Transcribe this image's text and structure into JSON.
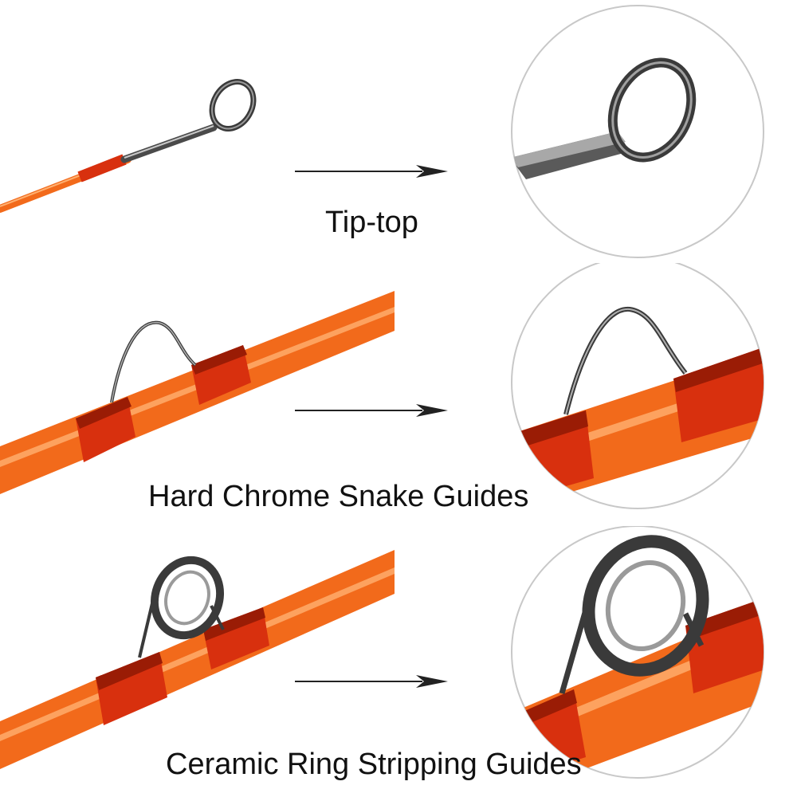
{
  "sections": [
    {
      "id": "tip-top",
      "label": "Tip-top"
    },
    {
      "id": "snake-guides",
      "label": "Hard Chrome Snake Guides"
    },
    {
      "id": "stripping-guides",
      "label": "Ceramic Ring Stripping Guides"
    }
  ],
  "colors": {
    "blank_orange": "#f26a1b",
    "blank_highlight": "#ffb070",
    "wrap_red": "#d8300e",
    "wrap_dark": "#9a1c05",
    "metal_dark": "#3a3a3a",
    "metal_light": "#b8b8b8",
    "circle_border": "#c8c8c8",
    "arrow": "#222222"
  }
}
